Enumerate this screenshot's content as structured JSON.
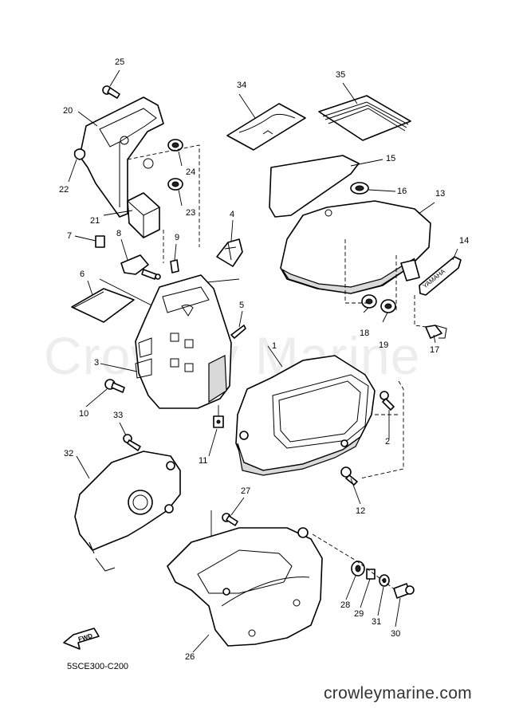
{
  "watermark": "Crowley Marine",
  "diagram_code": "5SCE300-C200",
  "site_url": "crowleymarine.com",
  "fwd_label": "FWD",
  "emblem_text": "YAMAHA",
  "callouts": [
    "1",
    "2",
    "3",
    "4",
    "5",
    "6",
    "7",
    "8",
    "9",
    "10",
    "11",
    "12",
    "13",
    "14",
    "15",
    "16",
    "17",
    "18",
    "19",
    "20",
    "21",
    "22",
    "23",
    "24",
    "25",
    "26",
    "27",
    "28",
    "29",
    "30",
    "31",
    "32",
    "33",
    "34",
    "35"
  ]
}
